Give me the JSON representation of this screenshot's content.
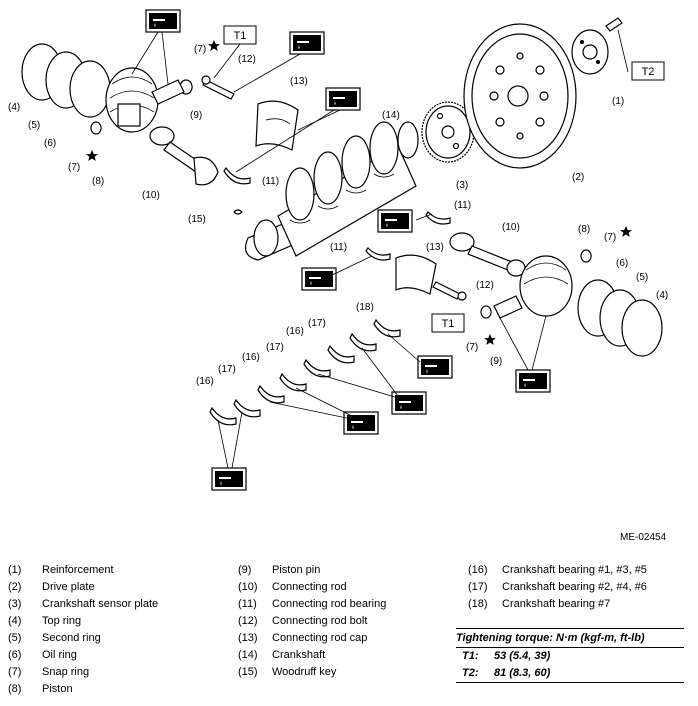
{
  "figure_id": "ME-02454",
  "callouts": [
    "(1)",
    "(2)",
    "(3)",
    "(4)",
    "(5)",
    "(6)",
    "(7)",
    "(8)",
    "(9)",
    "(10)",
    "(11)",
    "(12)",
    "(13)",
    "(14)",
    "(15)",
    "(16)",
    "(17)",
    "(18)"
  ],
  "torque_boxes": [
    "T1",
    "T2"
  ],
  "legend": {
    "col1": [
      {
        "num": "(1)",
        "name": "Reinforcement"
      },
      {
        "num": "(2)",
        "name": "Drive plate"
      },
      {
        "num": "(3)",
        "name": "Crankshaft sensor plate"
      },
      {
        "num": "(4)",
        "name": "Top ring"
      },
      {
        "num": "(5)",
        "name": "Second ring"
      },
      {
        "num": "(6)",
        "name": "Oil ring"
      },
      {
        "num": "(7)",
        "name": "Snap ring"
      },
      {
        "num": "(8)",
        "name": "Piston"
      }
    ],
    "col2": [
      {
        "num": "(9)",
        "name": "Piston pin"
      },
      {
        "num": "(10)",
        "name": "Connecting rod"
      },
      {
        "num": "(11)",
        "name": "Connecting rod bearing"
      },
      {
        "num": "(12)",
        "name": "Connecting rod bolt"
      },
      {
        "num": "(13)",
        "name": "Connecting rod cap"
      },
      {
        "num": "(14)",
        "name": "Crankshaft"
      },
      {
        "num": "(15)",
        "name": "Woodruff key"
      }
    ],
    "col3": [
      {
        "num": "(16)",
        "name": "Crankshaft bearing #1, #3, #5"
      },
      {
        "num": "(17)",
        "name": "Crankshaft bearing #2, #4, #6"
      },
      {
        "num": "(18)",
        "name": "Crankshaft bearing #7"
      }
    ]
  },
  "torque": {
    "title": "Tightening torque: N·m (kgf-m, ft-lb)",
    "rows": [
      {
        "key": "T1:",
        "value": "53 (5.4, 39)"
      },
      {
        "key": "T2:",
        "value": "81 (8.3, 60)"
      }
    ]
  },
  "icons": [
    "oil-can-icon",
    "star-icon"
  ]
}
